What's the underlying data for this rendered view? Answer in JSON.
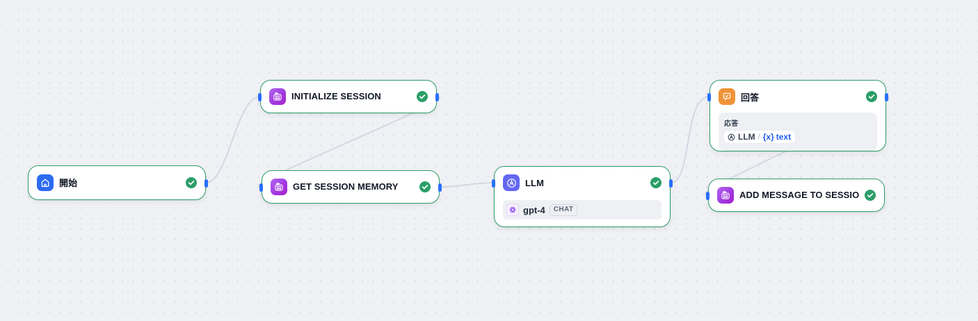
{
  "canvas": {
    "background_color": "#f0f1f5",
    "dot_color": "#dee1e9",
    "node_border_color": "#2c9e68",
    "success_color": "#2c9e68",
    "handle_color": "#2970ff",
    "edge_color": "#d4d8e1"
  },
  "nodes": {
    "start": {
      "title": "開始",
      "icon": "home-icon",
      "icon_color": "#2c6bf2",
      "status": "success"
    },
    "initialize_session": {
      "title": "INITIALIZE SESSION",
      "icon": "robot-tool-icon",
      "status": "success"
    },
    "get_session_memory": {
      "title": "GET SESSION MEMORY",
      "icon": "robot-tool-icon",
      "status": "success"
    },
    "llm": {
      "title": "LLM",
      "icon": "llm-brain-icon",
      "icon_color": "#6467f2",
      "status": "success",
      "model": {
        "name": "gpt-4",
        "badge": "CHAT",
        "provider_icon": "openai-logo-icon"
      }
    },
    "answer": {
      "title": "回答",
      "icon": "answer-bubble-icon",
      "icon_color": "#ef9339",
      "status": "success",
      "output_label": "応答",
      "variable": {
        "source_node": "LLM",
        "separator": "/",
        "var_icon": "{x}",
        "var_name": "text"
      }
    },
    "add_message_to_session": {
      "title": "ADD MESSAGE TO SESSIO",
      "icon": "robot-tool-icon",
      "status": "success"
    }
  },
  "edges": [
    {
      "from": "start",
      "to": "initialize_session"
    },
    {
      "from": "initialize_session",
      "to": "get_session_memory"
    },
    {
      "from": "get_session_memory",
      "to": "llm"
    },
    {
      "from": "llm",
      "to": "answer"
    },
    {
      "from": "answer",
      "to": "add_message_to_session"
    }
  ]
}
